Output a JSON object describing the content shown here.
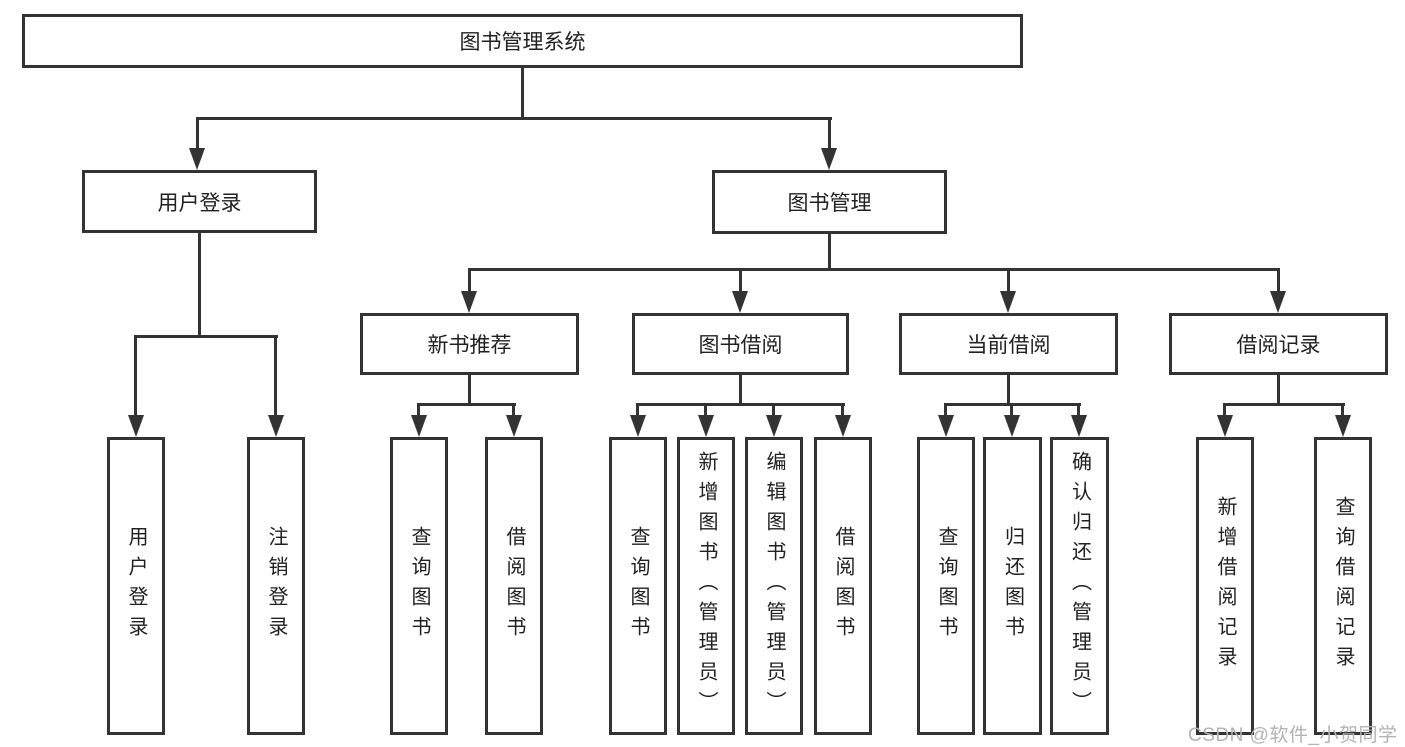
{
  "tree": {
    "root": {
      "label": "图书管理系统"
    },
    "level1": [
      {
        "label": "用户登录",
        "children": [
          {
            "label": "用户登录"
          },
          {
            "label": "注销登录"
          }
        ]
      },
      {
        "label": "图书管理",
        "children": [
          {
            "label": "新书推荐",
            "children": [
              {
                "label": "查询图书"
              },
              {
                "label": "借阅图书"
              }
            ]
          },
          {
            "label": "图书借阅",
            "children": [
              {
                "label": "查询图书"
              },
              {
                "label": "新增图书（管理员）"
              },
              {
                "label": "编辑图书（管理员）"
              },
              {
                "label": "借阅图书"
              }
            ]
          },
          {
            "label": "当前借阅",
            "children": [
              {
                "label": "查询图书"
              },
              {
                "label": "归还图书"
              },
              {
                "label": "确认归还（管理员）"
              }
            ]
          },
          {
            "label": "借阅记录",
            "children": [
              {
                "label": "新增借阅记录"
              },
              {
                "label": "查询借阅记录"
              }
            ]
          }
        ]
      }
    ]
  },
  "watermark": {
    "text": "CSDN @软件_小贺同学"
  },
  "colors": {
    "line": "#333333",
    "text": "#212121",
    "watermark": "#b3b3b3",
    "background": "#ffffff"
  }
}
